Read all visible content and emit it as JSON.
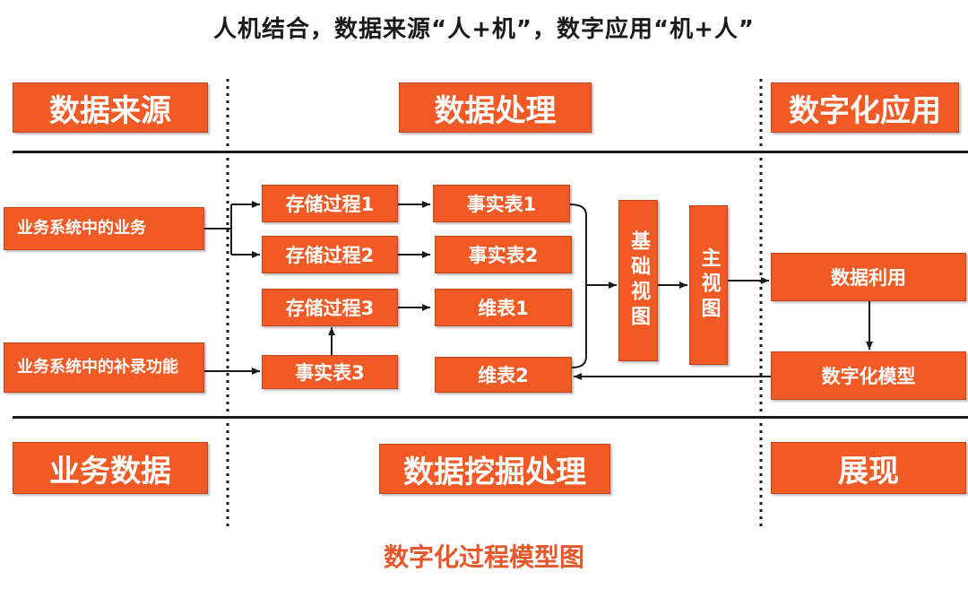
{
  "heading": "人机结合，数据来源“人+机”，数字应用“机+人”",
  "caption": "数字化过程模型图",
  "top_headers": {
    "data_source": "数据来源",
    "data_processing": "数据处理",
    "digital_application": "数字化应用"
  },
  "bottom_headers": {
    "business_data": "业务数据",
    "data_mining": "数据挖掘处理",
    "presentation": "展现"
  },
  "sources": {
    "business": "业务系统中的业务",
    "supplement": "业务系统中的补录功能"
  },
  "procedures": [
    "存储过程1",
    "存储过程2",
    "存储过程3"
  ],
  "fact_table_3": "事实表3",
  "tables": {
    "fact1": "事实表1",
    "fact2": "事实表2",
    "dim1": "维表1",
    "dim2": "维表2"
  },
  "views": {
    "base": "基础视图",
    "main": "主视图"
  },
  "apps": {
    "data_usage": "数据利用",
    "digital_model": "数字化模型"
  },
  "colors": {
    "accent": "#f15a24",
    "caption": "#e8572a",
    "line": "#1a1a1a"
  }
}
